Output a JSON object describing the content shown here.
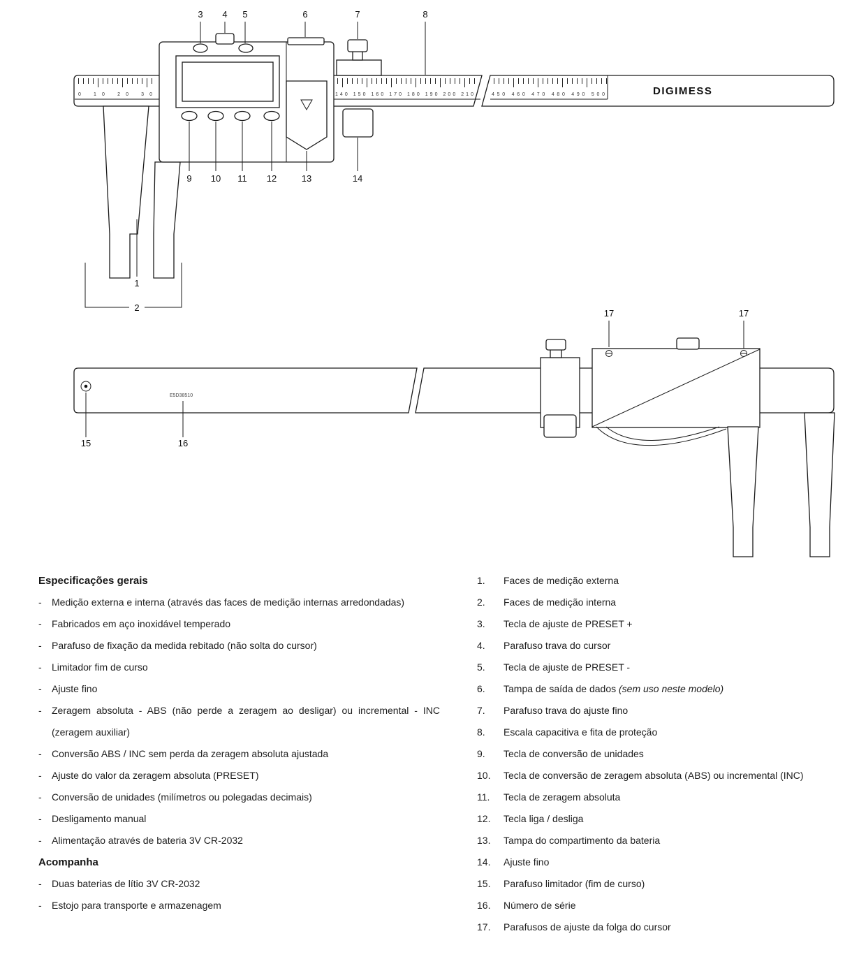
{
  "diagram": {
    "brand": "DIGIMESS",
    "serial": "E5D38510",
    "scale_left": "0 10 20 30",
    "scale_mid": "140 150 160 170 180 190 200 210",
    "scale_right": "450 460 470 480 490 500",
    "callouts": [
      "1",
      "2",
      "3",
      "4",
      "5",
      "6",
      "7",
      "8",
      "9",
      "10",
      "11",
      "12",
      "13",
      "14",
      "15",
      "16",
      "17"
    ]
  },
  "specs": {
    "heading": "Especificações gerais",
    "bullet": "-",
    "items": [
      "Medição externa e interna (através das faces de medição internas arredondadas)",
      "Fabricados em aço inoxidável temperado",
      "Parafuso de fixação da medida rebitado (não solta do cursor)",
      "Limitador fim de curso",
      "Ajuste fino",
      "Zeragem absoluta - ABS (não perde a zeragem ao desligar) ou incremental - INC (zeragem auxiliar)",
      "Conversão ABS / INC sem perda da zeragem absoluta ajustada",
      "Ajuste do valor da zeragem absoluta (PRESET)",
      "Conversão de unidades (milímetros ou polegadas decimais)",
      "Desligamento manual",
      "Alimentação através de bateria 3V CR-2032"
    ]
  },
  "includes": {
    "heading": "Acompanha",
    "items": [
      "Duas baterias de lítio 3V CR-2032",
      "Estojo para transporte e armazenagem"
    ]
  },
  "legend": {
    "items": [
      {
        "num": "1.",
        "label": "Faces de medição externa"
      },
      {
        "num": "2.",
        "label": "Faces de medição interna"
      },
      {
        "num": "3.",
        "label": "Tecla de ajuste de PRESET +"
      },
      {
        "num": "4.",
        "label": "Parafuso trava do cursor"
      },
      {
        "num": "5.",
        "label": "Tecla de ajuste de PRESET -"
      },
      {
        "num": "6.",
        "label": "Tampa de saída de dados ",
        "note": "(sem uso neste modelo)"
      },
      {
        "num": "7.",
        "label": "Parafuso trava do ajuste fino"
      },
      {
        "num": "8.",
        "label": "Escala capacitiva e fita de proteção"
      },
      {
        "num": "9.",
        "label": "Tecla de conversão de unidades"
      },
      {
        "num": "10.",
        "label": "Tecla de conversão de zeragem absoluta (ABS) ou incremental (INC)"
      },
      {
        "num": "11.",
        "label": "Tecla de zeragem absoluta"
      },
      {
        "num": "12.",
        "label": "Tecla liga / desliga"
      },
      {
        "num": "13.",
        "label": "Tampa do compartimento da bateria"
      },
      {
        "num": "14.",
        "label": "Ajuste fino"
      },
      {
        "num": "15.",
        "label": "Parafuso limitador (fim de curso)"
      },
      {
        "num": "16.",
        "label": "Número de série"
      },
      {
        "num": "17.",
        "label": "Parafusos de ajuste da folga do cursor"
      }
    ]
  }
}
